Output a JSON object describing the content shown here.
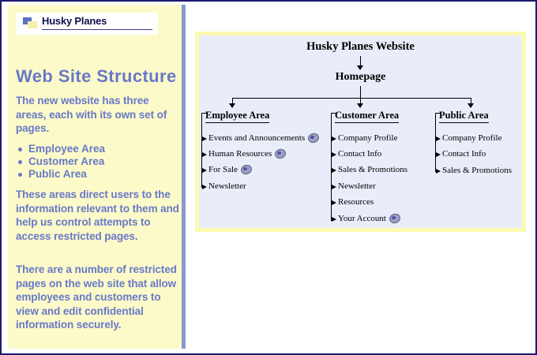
{
  "page": {
    "background": "#ffffff",
    "border_color": "#1a1a6e"
  },
  "sidebar": {
    "background": "#fcfac9",
    "accent_color": "#6878c8",
    "rule_color": "#8898d0",
    "logo": {
      "text": "Husky Planes",
      "icon": "husky-planes-logo-icon",
      "blue_color": "#5b72c4",
      "yellow_color": "#f5efa8"
    },
    "heading": "Web Site Structure",
    "paragraph_1": "The new website has three areas, each with its own set of pages.",
    "bullets": [
      "Employee Area",
      "Customer Area",
      "Public Area"
    ],
    "paragraph_2": "These areas direct users to the information relevant to them and help us control attempts to access restricted pages.",
    "paragraph_3": "There are a number of restricted pages on the web site that allow employees and customers to view and edit confidential information securely."
  },
  "diagram": {
    "panel_background": "#e9edf9",
    "panel_border": "#fcfab0",
    "root": "Husky Planes Website",
    "homepage": "Homepage",
    "columns": [
      {
        "header": "Employee Area",
        "items": [
          {
            "label": "Events and Announcements",
            "icon": "secure-disc-icon"
          },
          {
            "label": "Human Resources",
            "icon": "secure-disc-icon"
          },
          {
            "label": "For Sale",
            "icon": "secure-disc-icon"
          },
          {
            "label": "Newsletter",
            "icon": null
          }
        ]
      },
      {
        "header": "Customer Area",
        "items": [
          {
            "label": "Company Profile",
            "icon": null
          },
          {
            "label": "Contact Info",
            "icon": null
          },
          {
            "label": "Sales & Promotions",
            "icon": null
          },
          {
            "label": "Newsletter",
            "icon": null
          },
          {
            "label": "Resources",
            "icon": null
          },
          {
            "label": "Your Account",
            "icon": "secure-disc-icon"
          }
        ]
      },
      {
        "header": "Public Area",
        "items": [
          {
            "label": "Company Profile",
            "icon": null
          },
          {
            "label": "Contact Info",
            "icon": null
          },
          {
            "label": "Sales & Promotions",
            "icon": null
          }
        ]
      }
    ]
  }
}
